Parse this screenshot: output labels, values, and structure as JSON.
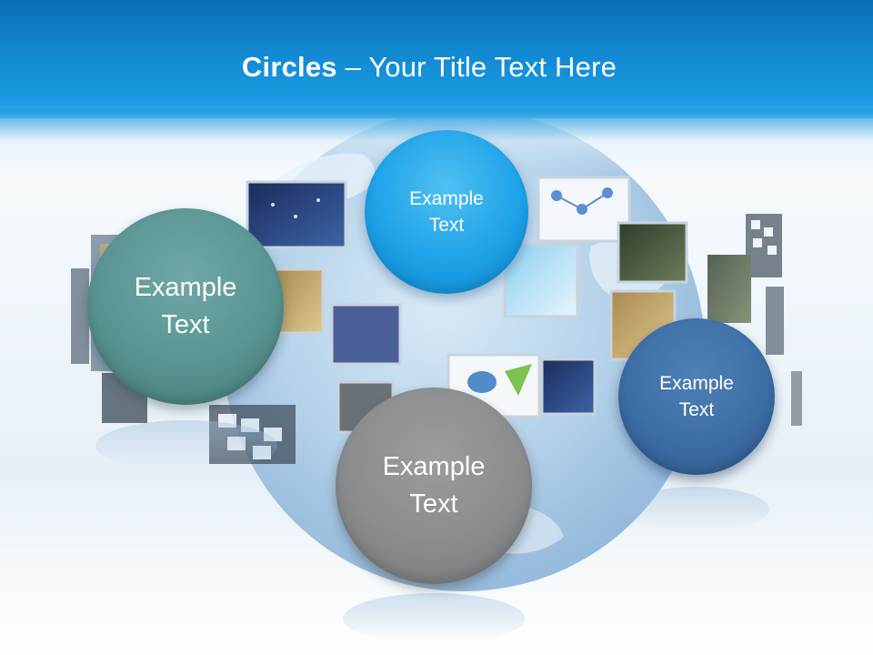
{
  "slide": {
    "title_bold": "Circles",
    "title_rest": " – Your Title Text Here",
    "colors": {
      "header_blue": "#138dd6",
      "teal_circle": "#5a9492",
      "blue_circle": "#1ea2e8",
      "gray_circle": "#8a8c8e",
      "navy_circle": "#3d6ea5"
    }
  },
  "circles": {
    "teal": {
      "line1": "Example",
      "line2": "Text"
    },
    "blue": {
      "line1": "Example",
      "line2": "Text"
    },
    "gray": {
      "line1": "Example",
      "line2": "Text"
    },
    "navy": {
      "line1": "Example",
      "line2": "Text"
    }
  },
  "background_art": {
    "icon": "globe-with-floating-screens-icon"
  }
}
